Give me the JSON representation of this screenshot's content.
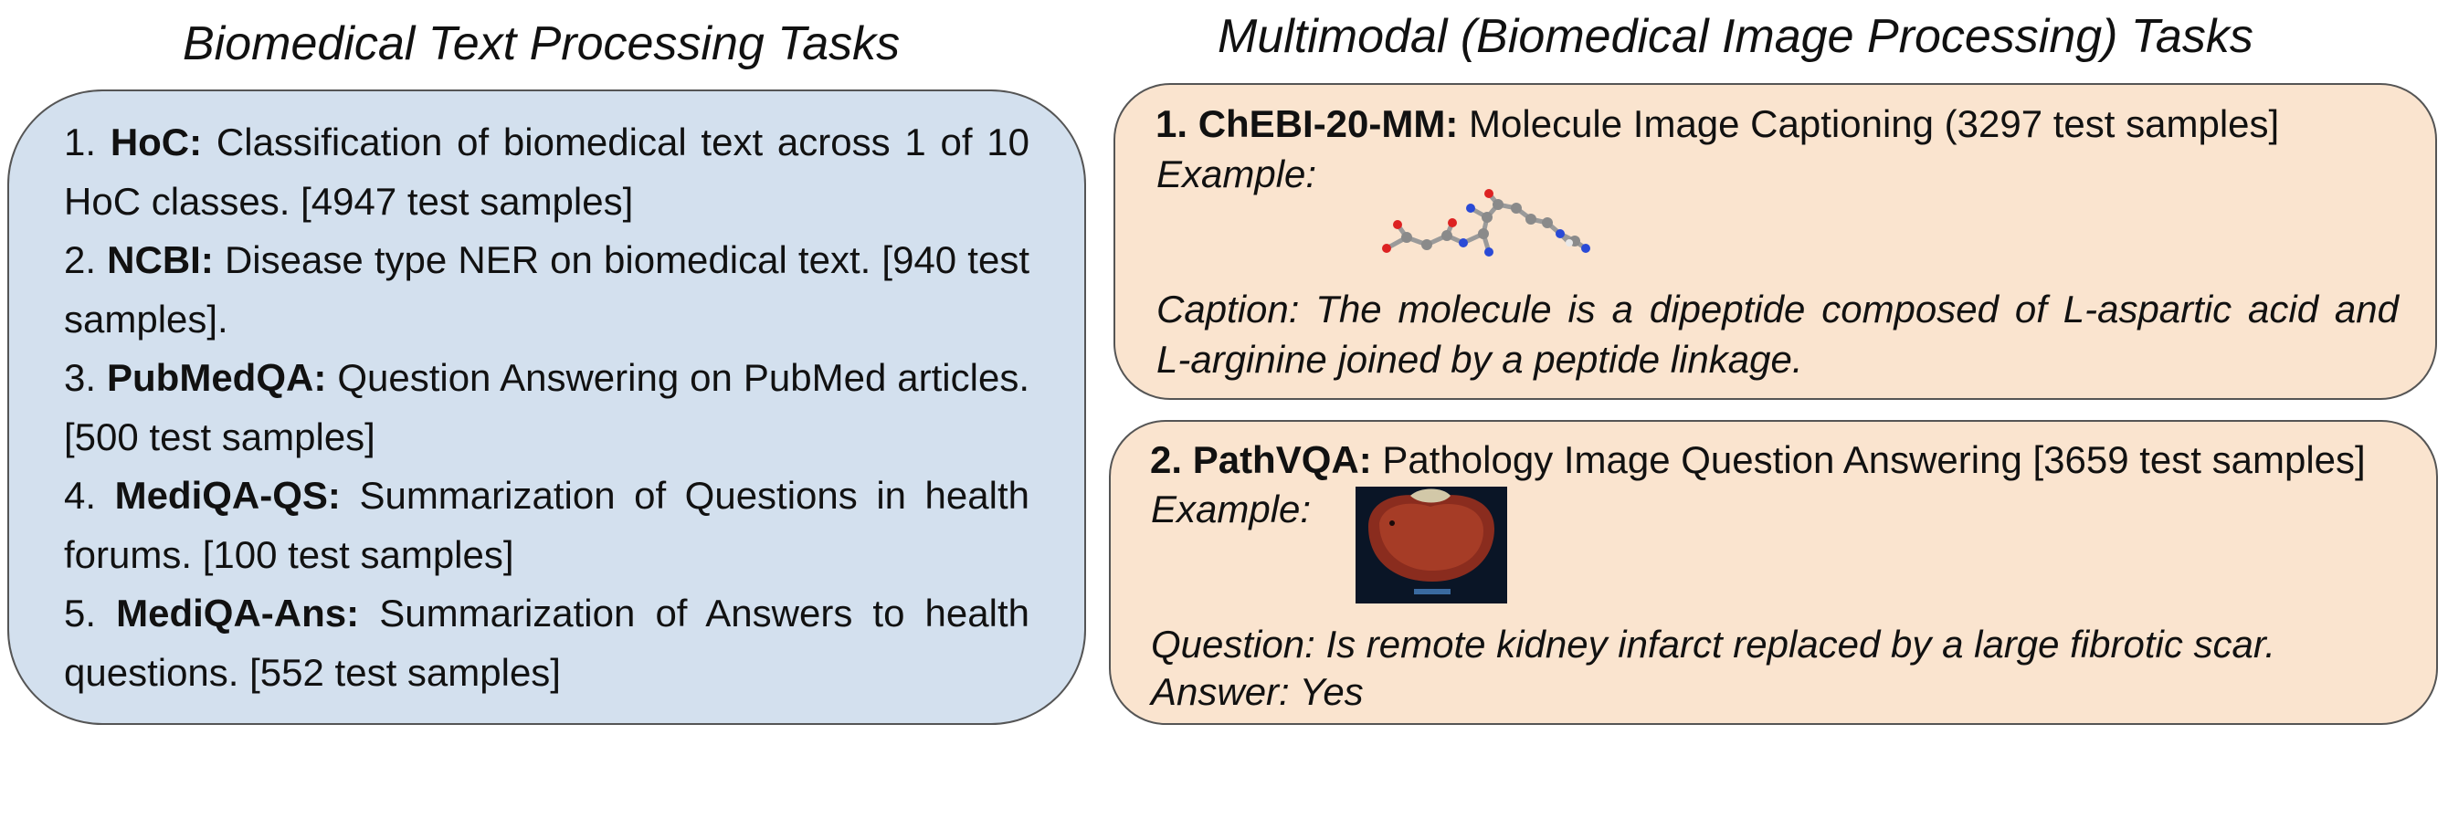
{
  "left_heading": "Biomedical Text Processing Tasks",
  "right_heading": "Multimodal (Biomedical Image Processing) Tasks",
  "text_tasks": [
    {
      "num": "1.",
      "name": "HoC:",
      "desc": "Classification of biomedical text across 1 of 10 HoC classes. [4947 test samples]"
    },
    {
      "num": "2.",
      "name": "NCBI:",
      "desc": "Disease type NER on biomedical text. [940 test samples]."
    },
    {
      "num": "3.",
      "name": "PubMedQA:",
      "desc": "Question Answering on PubMed articles. [500 test samples]"
    },
    {
      "num": "4.",
      "name": "MediQA-QS:",
      "desc": "Summarization of Questions in health forums. [100 test samples]"
    },
    {
      "num": "5.",
      "name": "MediQA-Ans:",
      "desc": "Summarization of Answers to health questions. [552 test samples]"
    }
  ],
  "mm_tasks": [
    {
      "title": "1. ChEBI-20-MM:",
      "desc": "Molecule Image Captioning (3297 test samples]",
      "example_label": "Example:",
      "image": "molecule-ball-and-stick-image",
      "caption_line1": "Caption: The molecule is a dipeptide composed of L-aspartic acid and",
      "caption_line2": "L-arginine joined by a peptide linkage."
    },
    {
      "title": "2. PathVQA:",
      "desc": "Pathology Image Question Answering [3659 test samples]",
      "example_label": "Example:",
      "image": "pathology-kidney-photo",
      "question": "Question: Is remote kidney infarct replaced by a large fibrotic scar.",
      "answer": "Answer: Yes"
    }
  ],
  "colors": {
    "text_box_fill": "#d3e0ee",
    "mm_box_fill": "#fae4cf",
    "border": "#555555"
  }
}
